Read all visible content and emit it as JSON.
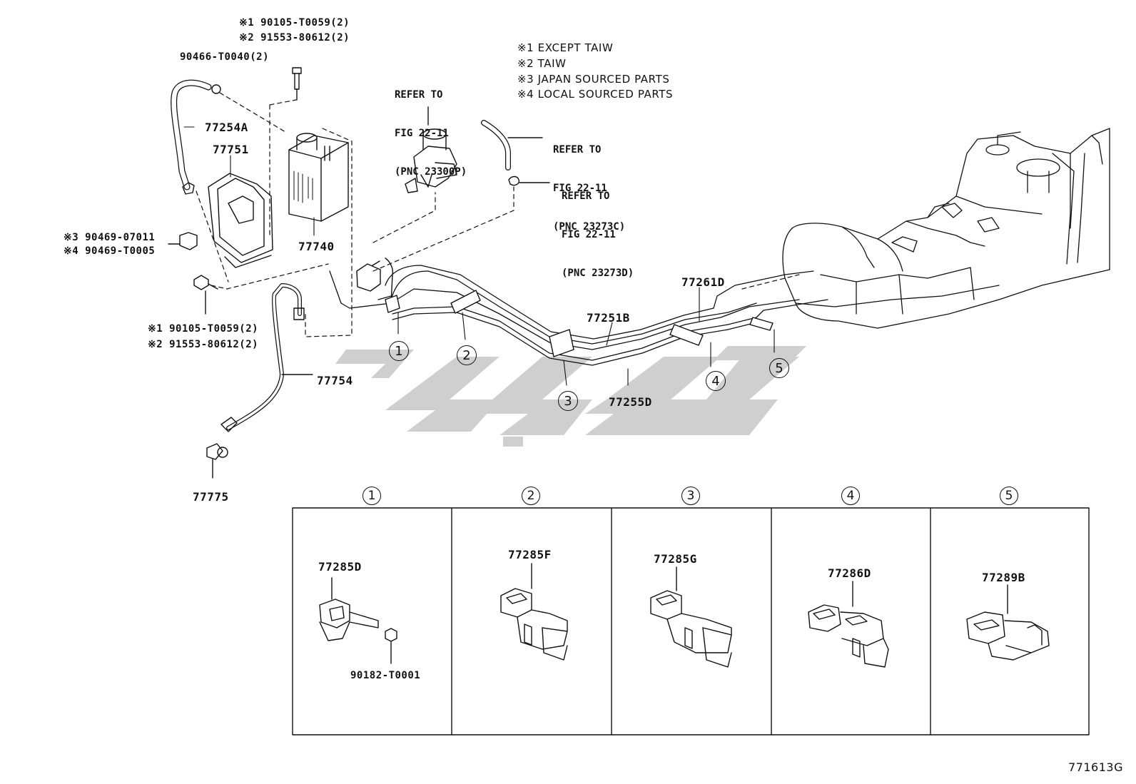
{
  "notes": [
    "※1 EXCEPT TAIW",
    "※2 TAIW",
    "※3 JAPAN SOURCED PARTS",
    "※4 LOCAL SOURCED PARTS"
  ],
  "refs": [
    {
      "line1": "REFER TO",
      "line2": "FIG 22-11",
      "line3": "(PNC 23300P)"
    },
    {
      "line1": "REFER TO",
      "line2": "FIG 22-11",
      "line3": "(PNC 23273C)"
    },
    {
      "line1": "REFER TO",
      "line2": "FIG 22-11",
      "line3": "(PNC 23273D)"
    }
  ],
  "parts": {
    "bolt_top_1": "※1 90105-T0059(2)",
    "bolt_top_2": "※2 91553-80612(2)",
    "clamp_top": "90466-T0040(2)",
    "hose_top": "77254A",
    "bracket": "77751",
    "canister": "77740",
    "clip_left_1": "※3 90469-07011",
    "clip_left_2": "※4 90469-T0005",
    "bolt_bottom_1": "※1 90105-T0059(2)",
    "bolt_bottom_2": "※2 91553-80612(2)",
    "tube_lower": "77754",
    "connector": "77775",
    "tube_main": "77251B",
    "tube_second": "77255D",
    "tube_tank": "77261D"
  },
  "callouts": [
    "1",
    "2",
    "3",
    "4",
    "5"
  ],
  "detail_panels": [
    {
      "num": "1",
      "part": "77285D",
      "extra": "90182-T0001"
    },
    {
      "num": "2",
      "part": "77285F",
      "extra": ""
    },
    {
      "num": "3",
      "part": "77285G",
      "extra": ""
    },
    {
      "num": "4",
      "part": "77286D",
      "extra": ""
    },
    {
      "num": "5",
      "part": "77289B",
      "extra": ""
    }
  ],
  "figure_id": "771613G"
}
